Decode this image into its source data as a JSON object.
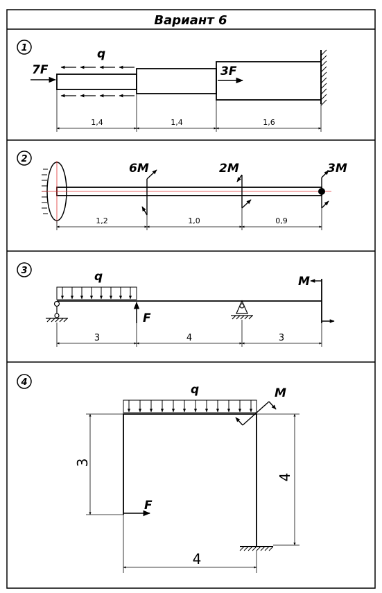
{
  "title": "Вариант 6",
  "problems": [
    {
      "number": "1",
      "loads": {
        "left_force": "7F",
        "distributed": "q",
        "mid_force": "3F"
      },
      "segments": [
        "1,4",
        "1,4",
        "1,6"
      ]
    },
    {
      "number": "2",
      "moments": [
        "6M",
        "2M",
        "3M"
      ],
      "segments": [
        "1,2",
        "1,0",
        "0,9"
      ]
    },
    {
      "number": "3",
      "loads": {
        "distributed": "q",
        "force": "F",
        "moment": "M"
      },
      "segments": [
        "3",
        "4",
        "3"
      ]
    },
    {
      "number": "4",
      "loads": {
        "distributed": "q",
        "moment": "M",
        "force": "F"
      },
      "dimensions": {
        "left_height": "3",
        "right_height": "4",
        "width": "4"
      }
    }
  ]
}
